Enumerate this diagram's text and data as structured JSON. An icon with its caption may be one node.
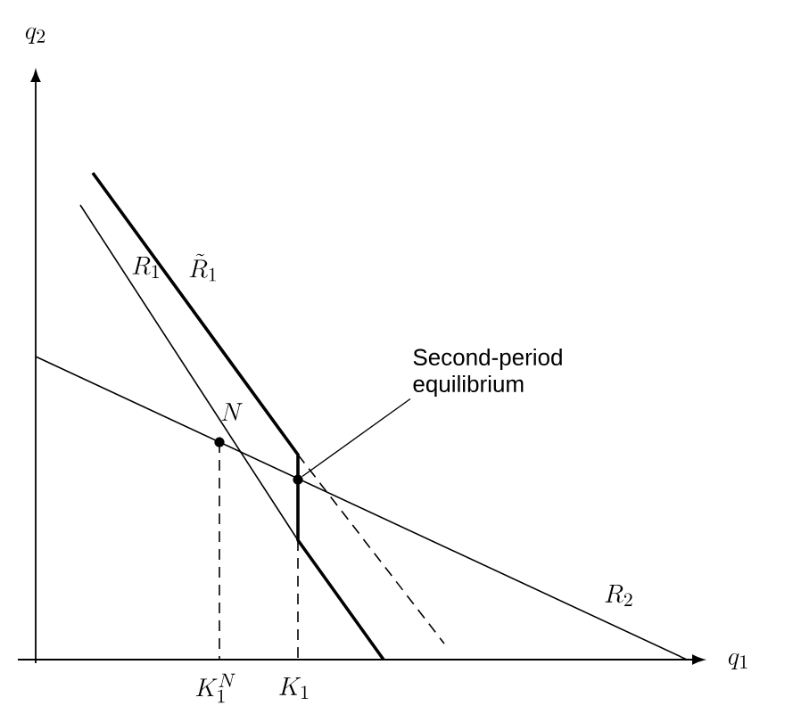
{
  "diagram": {
    "nodes": [
      {
        "text": [
          "Second-period equilibrium"
        ]
      },
      {
        "text": [],
        "shape": "circle"
      }
    ],
    "edges": [
      {
        "from": 0,
        "to": 1,
        "arrow": "none"
      }
    ],
    "labels": [
      "q_2",
      "q_1",
      "R_1",
      "\\tilde{R}_1",
      "N",
      "R_2",
      "K_1^N",
      "K_1"
    ]
  }
}
